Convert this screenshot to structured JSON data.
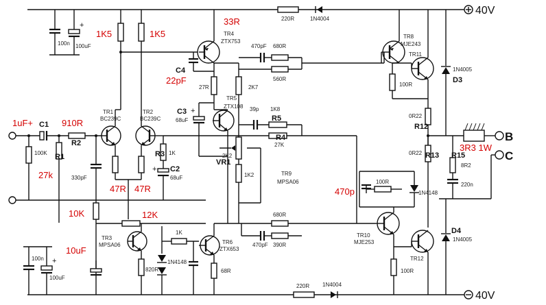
{
  "rails": {
    "positive": "40V",
    "negative": "40V"
  },
  "outputs": {
    "b": "B",
    "c": "C"
  },
  "red_labels": {
    "c1_value": "1uF+",
    "r2_value": "910R",
    "r1_value": "27k",
    "r_1k5_left": "1K5",
    "r_1k5_right": "1K5",
    "tr4_resistor": "33R",
    "c4_value": "22pF",
    "r_47r_left": "47R",
    "r_47r_right": "47R",
    "r_12k": "12K",
    "r_10k": "10K",
    "c_10uf": "10uF",
    "c_470p": "470p",
    "r15_value": "3R3 1W"
  },
  "bold_labels": {
    "c1": "C1",
    "r2": "R2",
    "r1": "R1",
    "r3": "R3",
    "c2": "C2",
    "c3": "C3",
    "c4": "C4",
    "vr1": "VR1",
    "r5": "R5",
    "r4": "R4",
    "r12": "R12",
    "r13": "R13",
    "r15": "R15",
    "d3": "D3",
    "d4": "D4"
  },
  "component_text": {
    "c_100n_top": "100n",
    "c_100uf_top": "100uF",
    "c_100n_bot": "100n",
    "c_100uf_bot": "100uF",
    "r_220r_top": "220R",
    "d_1n4004_top": "1N4004",
    "r_220r_bot": "220R",
    "d_1n4004_bot": "1N4004",
    "tr1": "TR1",
    "tr1_part": "BC239C",
    "tr2": "TR2",
    "tr2_part": "BC239C",
    "tr3": "TR3",
    "tr3_part": "MPSA06",
    "tr4": "TR4",
    "tr4_part": "ZTX753",
    "tr5": "TR5",
    "tr5_part": "ZTX108",
    "tr6": "TR6",
    "tr6_part": "ZTX653",
    "tr8": "TR8",
    "tr8_part": "MJE243",
    "tr10": "TR10",
    "tr10_part": "MJE253",
    "tr11": "TR11",
    "tr12": "TR12",
    "tr_mpsa": "TR9",
    "tr_mpsa_part": "MPSA06",
    "r_100k": "100K",
    "c_330pf": "330pF",
    "r_1k_r3": "1K",
    "c2_val": "68uF",
    "c3_val": "68uF",
    "r_27r": "27R",
    "r_2k7": "2K7",
    "r_2k2": "2K2",
    "r_1k2": "1K2",
    "r_680r_top": "680R",
    "c_470pf_top": "470pF",
    "r_560r": "560R",
    "c_39p": "39p",
    "r_1k8": "1K8",
    "r4_val": "27K",
    "r_100r_top": "100R",
    "r_0r22_top": "0R22",
    "r_0r22_bot": "0R22",
    "d_1n4005_top": "1N4005",
    "d_1n4005_bot": "1N4005",
    "r_8r2": "8R2",
    "c_220n": "220n",
    "r_100r_mid": "100R",
    "d_1n4148_mid": "1N4148",
    "r_100r_bot": "100R",
    "r_1k_bot": "1K",
    "d_1n4148_bot": "1N4148",
    "r_820r": "820R",
    "r_68r": "68R",
    "r_680r_bot": "680R",
    "c_470pf_bot": "470pF",
    "r_390r": "390R"
  }
}
